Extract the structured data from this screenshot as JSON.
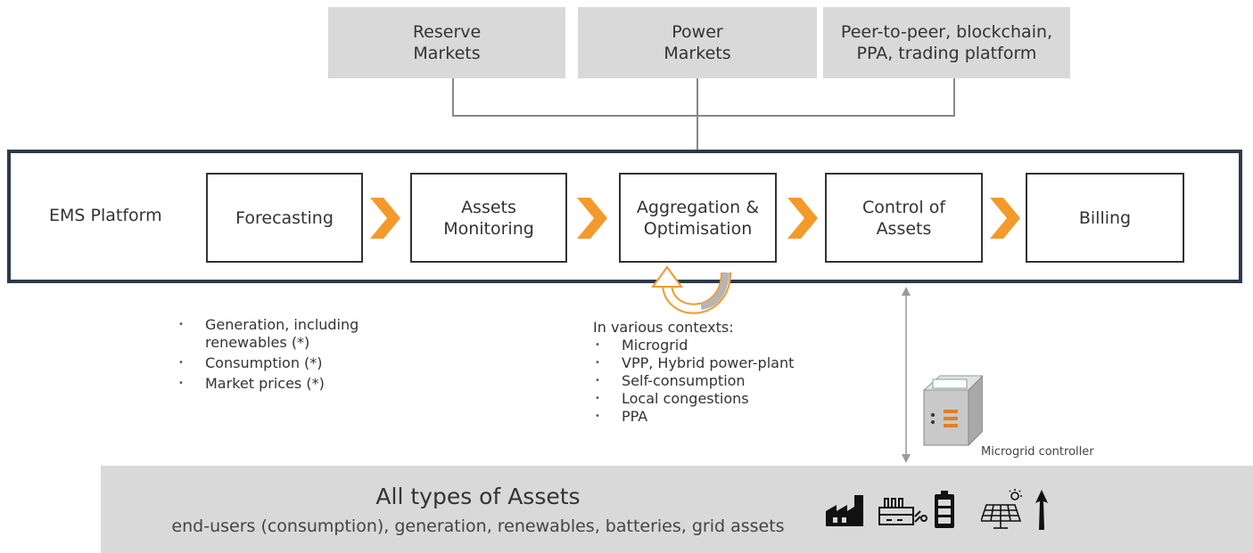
{
  "markets": [
    {
      "label": "Reserve\nMarkets"
    },
    {
      "label": "Power\nMarkets"
    },
    {
      "label": "Peer-to-peer, blockchain,\nPPA, trading platform"
    }
  ],
  "platform": {
    "label": "EMS Platform",
    "steps": [
      {
        "label": "Forecasting"
      },
      {
        "label": "Assets\nMonitoring"
      },
      {
        "label": "Aggregation &\nOptimisation"
      },
      {
        "label": "Control of\nAssets"
      },
      {
        "label": "Billing"
      }
    ]
  },
  "forecasting_inputs": [
    "Generation, including renewables (*)",
    "Consumption (*)",
    "Market prices (*)"
  ],
  "contexts": {
    "title": "In various contexts:",
    "items": [
      "Microgrid",
      "VPP, Hybrid power-plant",
      "Self-consumption",
      "Local congestions",
      "PPA"
    ]
  },
  "controller": {
    "label": "Microgrid controller"
  },
  "assets": {
    "title": "All types of Assets",
    "subtitle": "end-users (consumption), generation, renewables, batteries, grid assets",
    "icons": [
      "factory-icon",
      "power-plant-icon",
      "battery-icon",
      "solar-panel-icon",
      "wind-turbine-icon"
    ]
  },
  "colors": {
    "market_fill": "#d9d9d9",
    "platform_border": "#2b3a4a",
    "chevron": "#f39a2b",
    "assets_band": "#d9d9d9"
  }
}
